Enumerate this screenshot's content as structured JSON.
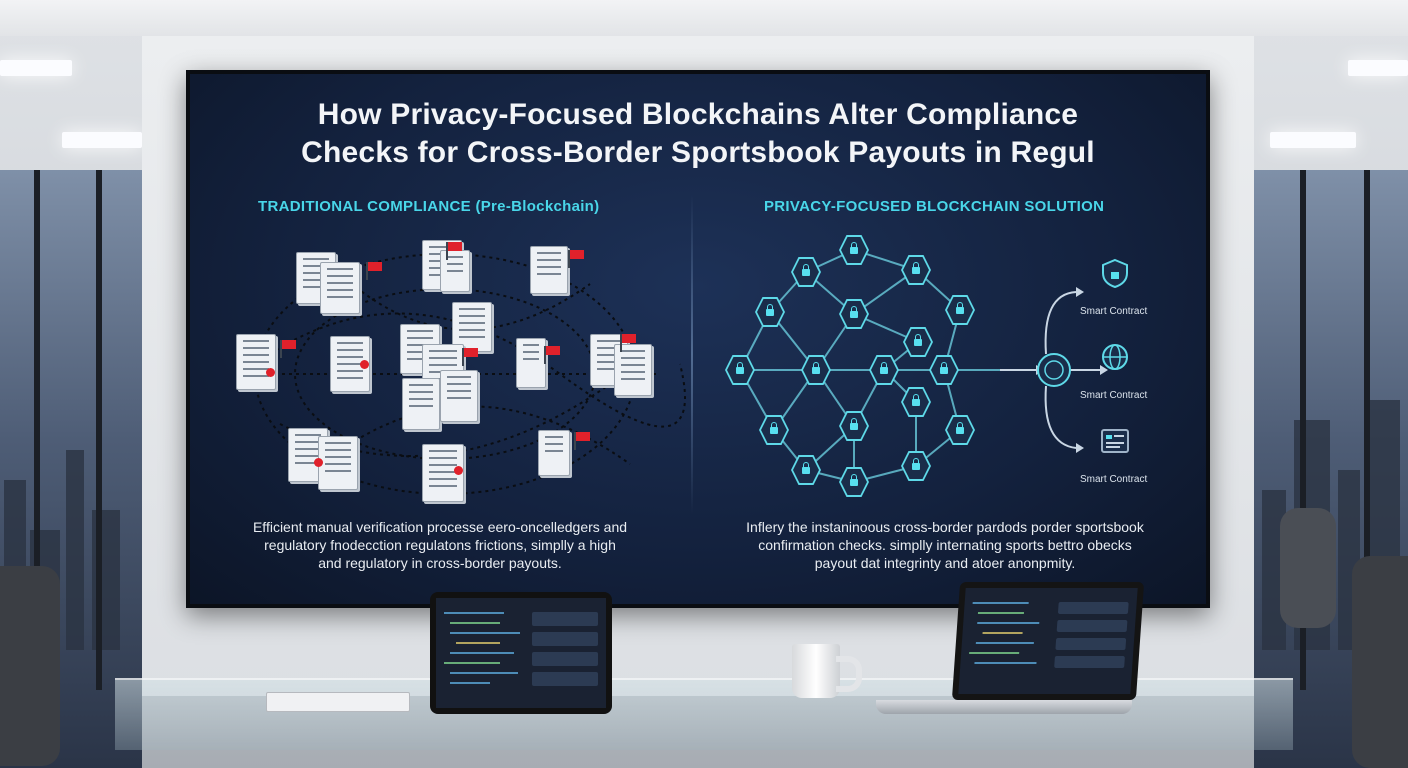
{
  "screen": {
    "title_line1": "How Privacy-Focused Blockchains Alter Compliance",
    "title_line2": "Checks for Cross-Border Sportsbook Payouts in Regul",
    "left": {
      "heading": "TRADITIONAL COMPLIANCE (Pre-Blockchain)",
      "caption_line1": "Efficient manual verification processe eero-oncelledgers and",
      "caption_line2": "regulatory fnodecction regulatons frictions, simplly a high",
      "caption_line3": "and regulatory in cross-border payouts."
    },
    "right": {
      "heading": "PRIVACY-FOCUSED BLOCKCHAIN SOLUTION",
      "caption_line1": "Inflery the instaninoous cross-border pardods porder sportsbook",
      "caption_line2": "confirmation checks. simplly internating sports bettro obecks",
      "caption_line3": "payout dat integrinty and atoer anonpmity.",
      "smart_contracts": [
        {
          "label": "Smart Contract",
          "icon": "shield-icon"
        },
        {
          "label": "Smart Contract",
          "icon": "globe-icon"
        },
        {
          "label": "Smart Contract",
          "icon": "dashboard-icon"
        }
      ]
    }
  },
  "colors": {
    "heading_cyan": "#49d6e9",
    "screen_bg": "#13213d",
    "flag_red": "#e0212b",
    "node_cyan": "#5ed9e8"
  }
}
